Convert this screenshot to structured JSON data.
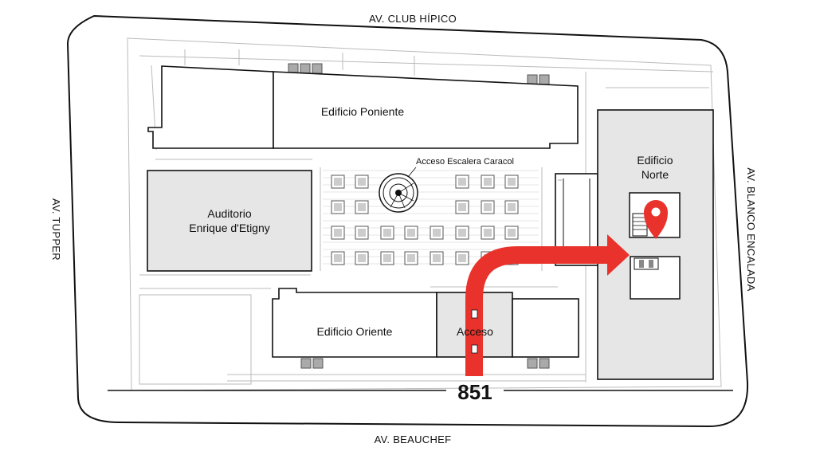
{
  "streets": {
    "north": "AV. CLUB HÍPICO",
    "south": "AV. BEAUCHEF",
    "west": "AV. TUPPER",
    "east": "AV. BLANCO ENCALADA"
  },
  "buildings": {
    "poniente": "Edificio Poniente",
    "auditorio_line1": "Auditorio",
    "auditorio_line2": "Enrique d'Etigny",
    "oriente": "Edificio Oriente",
    "acceso": "Acceso",
    "norte_line1": "Edificio",
    "norte_line2": "Norte"
  },
  "labels": {
    "escalera": "Acceso Escalera Caracol",
    "street_number": "851"
  },
  "colors": {
    "route": "#e8322b",
    "building_fill": "#e6e6e6",
    "outline": "#111111"
  },
  "icons": {
    "destination": "location-pin-icon",
    "route": "route-arrow-icon"
  }
}
